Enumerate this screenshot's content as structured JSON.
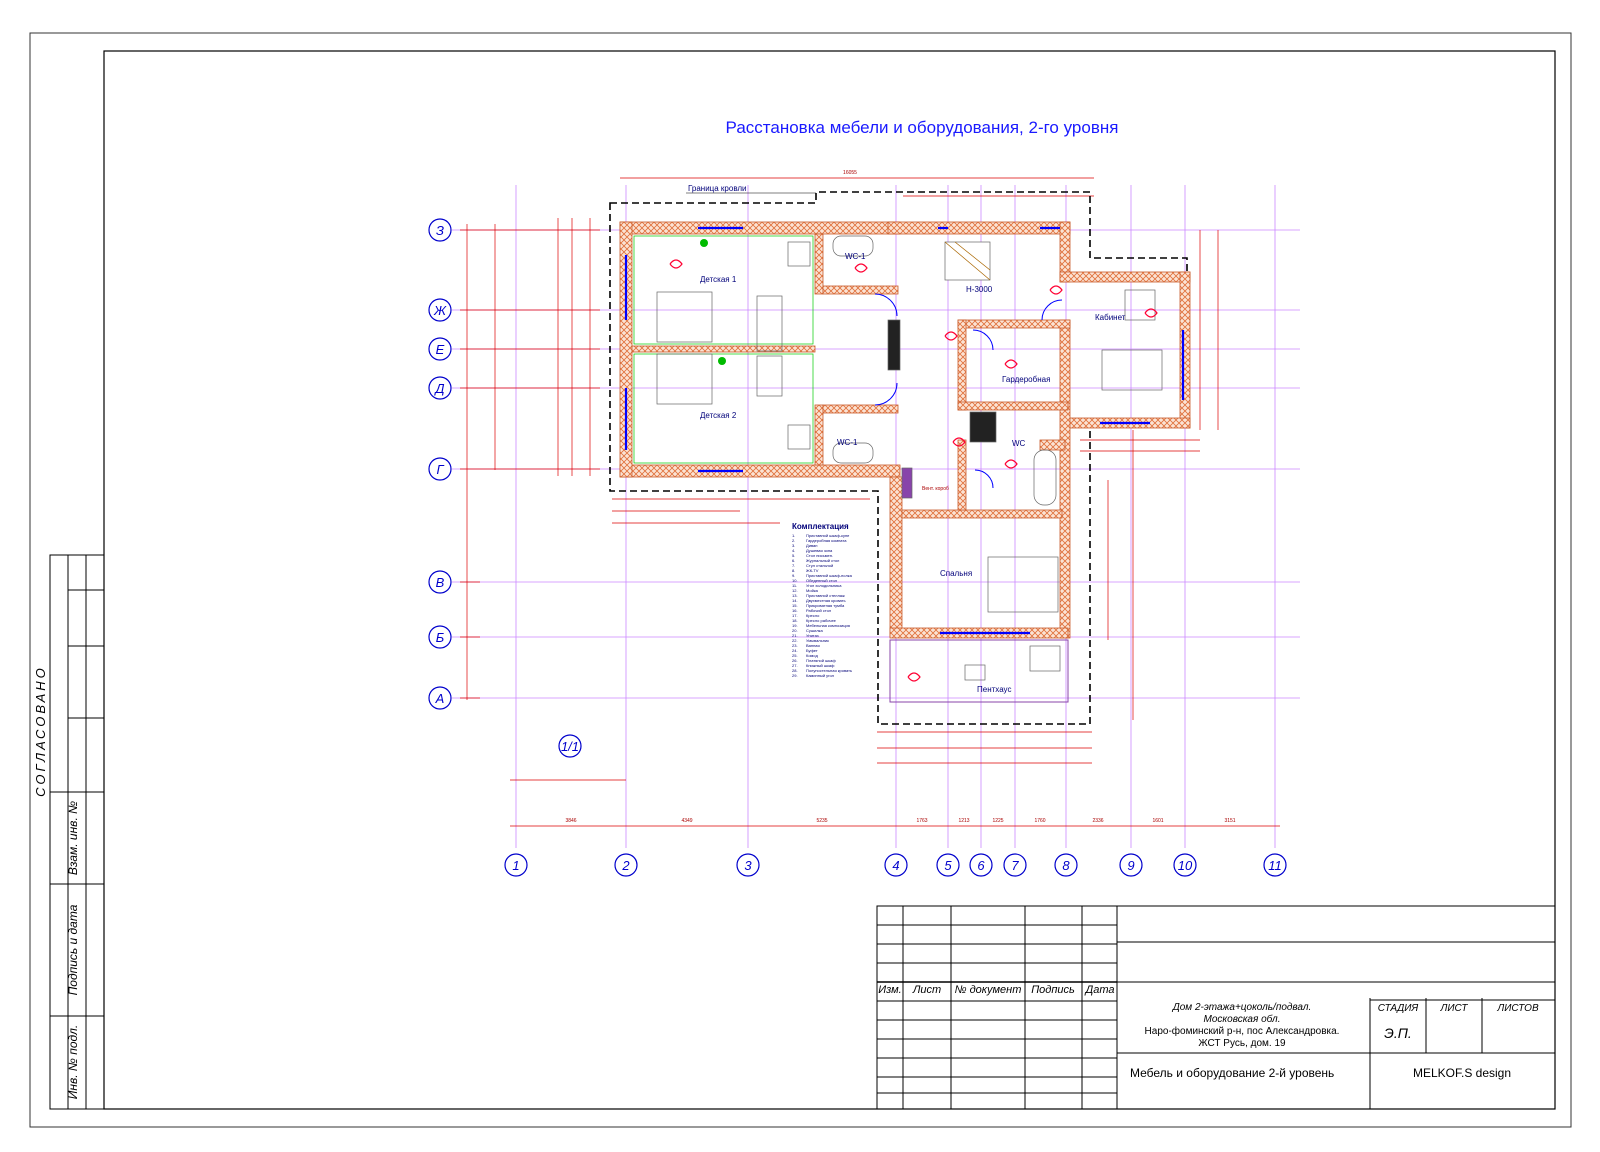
{
  "title": "Расстановка мебели и оборудования, 2-го уровня",
  "roof_label": "Граница кровли",
  "overall_dim": "16055",
  "rooms": {
    "child1": "Детская 1",
    "child2": "Детская 2",
    "wc1_top": "WC-1",
    "wc1_bottom": "WC-1",
    "hall": "Н-3000",
    "office": "Кабинет",
    "wardrobe": "Гардеробная",
    "wc": "WC",
    "vent": "Вент. короб",
    "bedroom": "Спальня",
    "penthouse": "Пентхаус"
  },
  "row_axes": [
    "З",
    "Ж",
    "Е",
    "Д",
    "Г",
    "В",
    "Б",
    "А"
  ],
  "col_axes": [
    "1",
    "2",
    "3",
    "4",
    "5",
    "6",
    "7",
    "8",
    "9",
    "10",
    "11"
  ],
  "section_mark": "1/1",
  "bottom_dims": [
    "3846",
    "4349",
    "5235",
    "1763",
    "1213",
    "1225",
    "1760",
    "2336",
    "1601",
    "3151"
  ],
  "legend": {
    "title": "Комплектация",
    "items": [
      "Приставной шкаф-купе",
      "Гардеробная комната",
      "Диван",
      "Душевая зона",
      "Стол письмен.",
      "Журнальный стол",
      "Стул стальной",
      "ЖК-TV",
      "Приставной шкаф-полка",
      "Обеденный стол",
      "Угол холодильника",
      "Мойка",
      "Приставной стеллаж",
      "Двухместная кровать",
      "Прикроватная тумба",
      "Рабочий стол",
      "Кресло",
      "Кресло рабочее",
      "Мебельная композиция",
      "Сушилка",
      "Унитаз",
      "Умывальник",
      "Ванная",
      "Буфет",
      "Комод",
      "Платяной шкаф",
      "Книжный шкаф",
      "Полупостельная кровать",
      "Каминный угол"
    ]
  },
  "side_labels": {
    "agreed": "СОГЛАСОВАНО",
    "inv_sub": "Взам. инв. №",
    "sign_date": "Подпись и дата",
    "inv_orig": "Инв. № подл."
  },
  "stamp": {
    "headers": [
      "Изм.",
      "Лист",
      "№ документ",
      "Подпись",
      "Дата"
    ],
    "project_lines": [
      "Дом 2-этажа+цоколь/подвал.",
      "Московская обл.",
      "Наро-фоминский р-н, пос Александровка.",
      "ЖСТ Русь, дом. 19"
    ],
    "stage_label": "СТАДИЯ",
    "sheet_label": "ЛИСТ",
    "sheets_label": "ЛИСТОВ",
    "stage_value": "Э.П.",
    "drawing_name": "Мебель и оборудование 2-й уровень",
    "company": "MELKOF.S design"
  },
  "colors": {
    "wall": "#e8703a",
    "axis_line": "#cc66ff",
    "dim_line": "#dd0000",
    "axis_circle": "#0000cc",
    "window": "#0000ff"
  }
}
